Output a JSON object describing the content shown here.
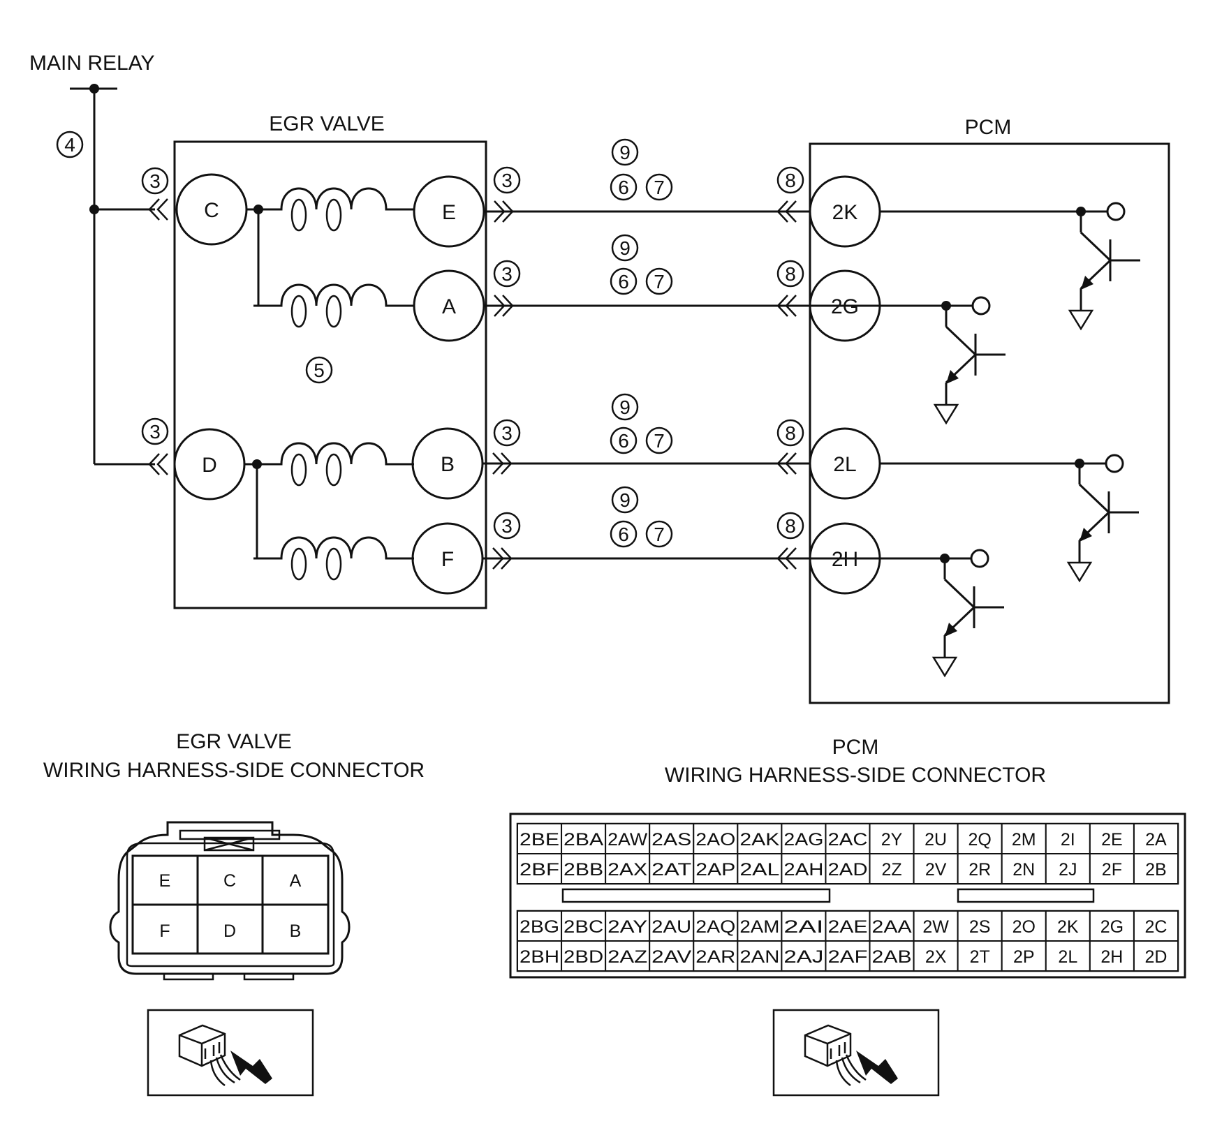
{
  "labels": {
    "main_relay": "MAIN RELAY",
    "egr_valve": "EGR VALVE",
    "pcm": "PCM",
    "egr_conn_title_1": "EGR VALVE",
    "egr_conn_title_2": "WIRING HARNESS-SIDE CONNECTOR",
    "pcm_conn_title_1": "PCM",
    "pcm_conn_title_2": "WIRING HARNESS-SIDE CONNECTOR"
  },
  "callouts": {
    "main": "4",
    "valve": "5",
    "egr_side": "3",
    "wire_top": "9",
    "wire_a": "6",
    "wire_b": "7",
    "pcm_side": "8"
  },
  "egr_pins": {
    "c": "C",
    "d": "D",
    "e": "E",
    "a": "A",
    "b": "B",
    "f": "F"
  },
  "pcm_pins": {
    "k": "2K",
    "g": "2G",
    "l": "2L",
    "h": "2H"
  },
  "egr_connector_grid": [
    [
      "E",
      "C",
      "A"
    ],
    [
      "F",
      "D",
      "B"
    ]
  ],
  "pcm_connector_rows": [
    [
      "2BE",
      "2BA",
      "2AW",
      "2AS",
      "2AO",
      "2AK",
      "2AG",
      "2AC",
      "2Y",
      "2U",
      "2Q",
      "2M",
      "2I",
      "2E",
      "2A"
    ],
    [
      "2BF",
      "2BB",
      "2AX",
      "2AT",
      "2AP",
      "2AL",
      "2AH",
      "2AD",
      "2Z",
      "2V",
      "2R",
      "2N",
      "2J",
      "2F",
      "2B"
    ],
    [
      "2BG",
      "2BC",
      "2AY",
      "2AU",
      "2AQ",
      "2AM",
      "2AI",
      "2AE",
      "2AA",
      "2W",
      "2S",
      "2O",
      "2K",
      "2G",
      "2C"
    ],
    [
      "2BH",
      "2BD",
      "2AZ",
      "2AV",
      "2AR",
      "2AN",
      "2AJ",
      "2AF",
      "2AB",
      "2X",
      "2T",
      "2P",
      "2L",
      "2H",
      "2D"
    ]
  ]
}
